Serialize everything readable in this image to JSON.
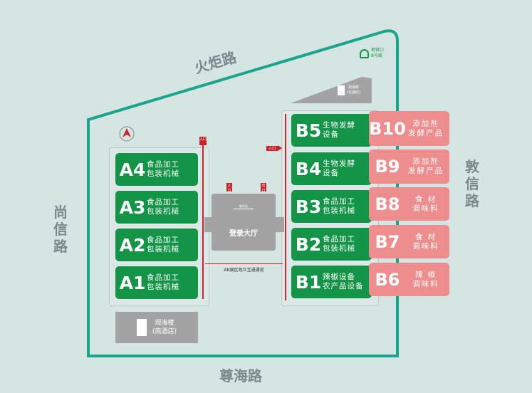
{
  "roads": {
    "north": "火炬路",
    "west": "尚信路",
    "east": "敦信路",
    "south": "尊海路"
  },
  "metro": {
    "line1": "地铁口",
    "line2": "8号线",
    "icon": "metro-icon"
  },
  "north_building": {
    "line1": "观海楼",
    "line2": "(北酒店)"
  },
  "south_building": {
    "line1": "观海楼",
    "line2": "(南酒店)"
  },
  "hall": {
    "label": "登录大厅",
    "desk": "服务台",
    "entry": "入口",
    "exit": "出口"
  },
  "channel": "AB展区观众互通通道",
  "entrance": "入口",
  "colors": {
    "green": "#149447",
    "pink": "#ee8d8d",
    "red": "#c8242c",
    "outline": "#1aa58a"
  },
  "a_halls": [
    {
      "code": "A4",
      "l1": "食品加工",
      "l2": "包装机械"
    },
    {
      "code": "A3",
      "l1": "食品加工",
      "l2": "包装机械"
    },
    {
      "code": "A2",
      "l1": "食品加工",
      "l2": "包装机械"
    },
    {
      "code": "A1",
      "l1": "食品加工",
      "l2": "包装机械"
    }
  ],
  "b_halls": [
    {
      "code": "B5",
      "l1": "生物发酵",
      "l2": "设备"
    },
    {
      "code": "B4",
      "l1": "生物发酵",
      "l2": "设备"
    },
    {
      "code": "B3",
      "l1": "食品加工",
      "l2": "包装机械"
    },
    {
      "code": "B2",
      "l1": "食品加工",
      "l2": "包装机械"
    },
    {
      "code": "B1",
      "l1": "辣椒设备",
      "l2": "农产品设备"
    }
  ],
  "b_pink": [
    {
      "code": "B10",
      "l1": "添加剂",
      "l2": "发酵产品"
    },
    {
      "code": "B9",
      "l1": "添加剂",
      "l2": "发酵产品"
    },
    {
      "code": "B8",
      "l1": "食 材",
      "l2": "调味料"
    },
    {
      "code": "B7",
      "l1": "食 材",
      "l2": "调味料"
    },
    {
      "code": "B6",
      "l1": "辣 椒",
      "l2": "调味料"
    }
  ]
}
